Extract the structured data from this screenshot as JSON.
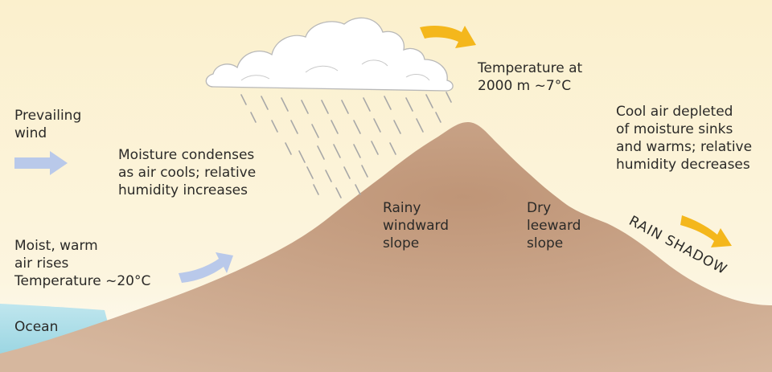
{
  "diagram": {
    "labels": {
      "prevailing_wind": [
        "Prevailing",
        "wind"
      ],
      "moisture_condenses": [
        "Moisture condenses",
        "as air cools; relative",
        "humidity increases"
      ],
      "moist_air": [
        "Moist, warm",
        "air rises",
        "Temperature ~20°C"
      ],
      "ocean": "Ocean",
      "temperature_top": [
        "Temperature at",
        "2000 m ~7°C"
      ],
      "cool_air": [
        "Cool air depleted",
        "of moisture sinks",
        "and warms; relative",
        "humidity decreases"
      ],
      "windward": [
        "Rainy",
        "windward",
        "slope"
      ],
      "leeward": [
        "Dry",
        "leeward",
        "slope"
      ],
      "rain_shadow": "RAIN SHADOW"
    },
    "colors": {
      "sky_top": "#fbf0cd",
      "sky_bottom": "#fdfaf0",
      "mountain": "#c7a184",
      "ocean": "#a9dce6",
      "wind_arrow": "#b9c9ea",
      "warm_arrow": "#f4b71c",
      "rain": "#a5a5a5"
    }
  }
}
